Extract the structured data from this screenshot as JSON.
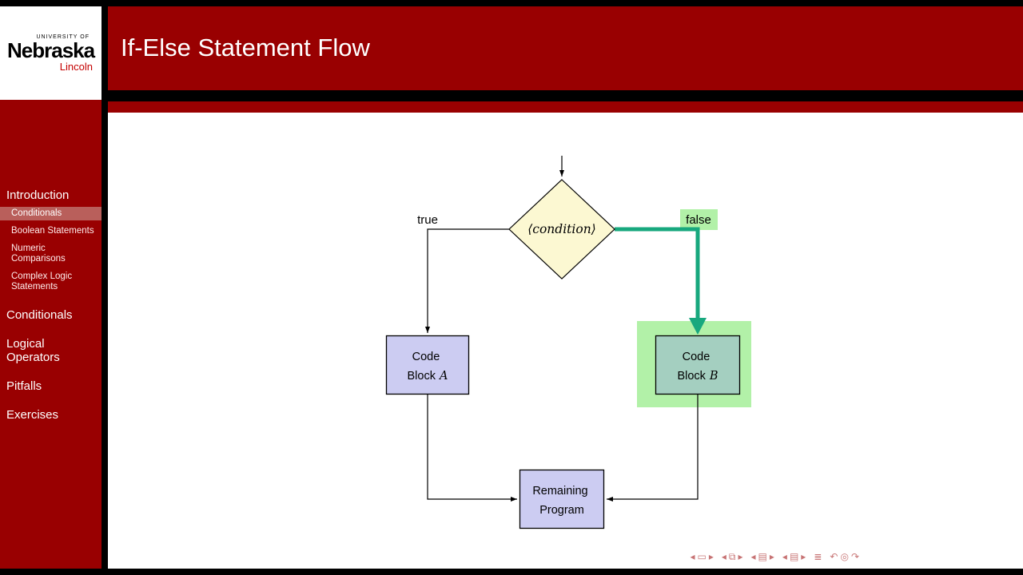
{
  "colors": {
    "maroon": "#990001",
    "sidebar_highlight": "#b95f5b",
    "diamond_fill": "#fcf8d2",
    "block_fill": "#ccccf2",
    "block_b_fill": "#a4cfc0",
    "highlight_green": "#b2f1a8",
    "flow_arrow_teal": "#18a87e"
  },
  "logo": {
    "university_of": "UNIVERSITY OF",
    "name": "Nebraska",
    "city": "Lincoln"
  },
  "header": {
    "title": "If-Else Statement Flow"
  },
  "sidebar": {
    "items": [
      {
        "label": "Introduction"
      },
      {
        "label": "Conditionals"
      },
      {
        "label": "Boolean Statements"
      },
      {
        "label": "Numeric Comparisons"
      },
      {
        "label": "Complex Logic Statements"
      },
      {
        "label": "Conditionals"
      },
      {
        "label": "Logical Operators"
      },
      {
        "label": "Pitfalls"
      },
      {
        "label": "Exercises"
      }
    ]
  },
  "flow": {
    "condition": "⟨condition⟩",
    "true_label": "true",
    "false_label": "false",
    "block_a": {
      "line1": "Code",
      "line2_prefix": "Block",
      "var": "A"
    },
    "block_b": {
      "line1": "Code",
      "line2_prefix": "Block",
      "var": "B"
    },
    "remaining": {
      "line1": "Remaining",
      "line2": "Program"
    }
  },
  "nav": {
    "groups": [
      [
        "◂",
        "▭",
        "▸"
      ],
      [
        "◂",
        "⧉",
        "▸"
      ],
      [
        "◂",
        "▤",
        "▸"
      ],
      [
        "◂",
        "▤",
        "▸"
      ],
      [
        "≣"
      ],
      [
        "↶",
        "◎",
        "↷"
      ]
    ]
  }
}
